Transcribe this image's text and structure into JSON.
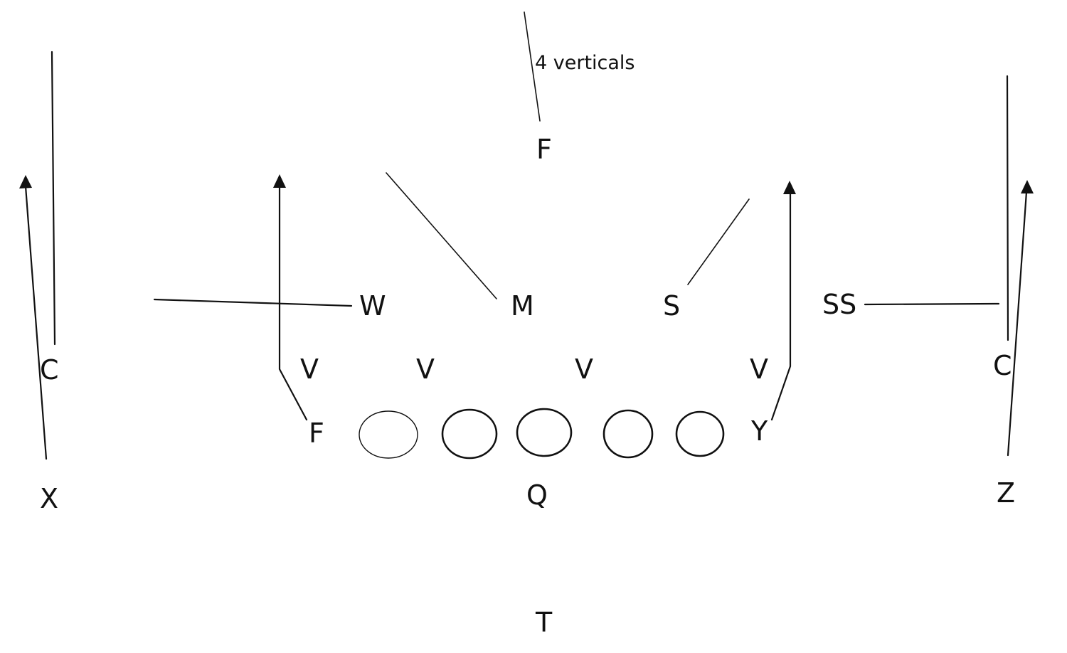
{
  "diagram": {
    "title": "4 verticals",
    "type": "football-play-diagram",
    "colors": {
      "ink": "#111111",
      "background": "#ffffff"
    },
    "defense": {
      "free_safety": "F",
      "will_linebacker": "W",
      "mike_linebacker": "M",
      "sam_linebacker": "S",
      "strong_safety": "SS",
      "left_corner": "C",
      "right_corner": "C",
      "linemen": [
        "V",
        "V",
        "V",
        "V"
      ]
    },
    "offense": {
      "x_receiver": "X",
      "z_receiver": "Z",
      "f_back": "F",
      "y_tight_end": "Y",
      "quarterback": "Q",
      "tailback": "T",
      "offensive_line_count": 5
    },
    "routes": [
      {
        "player": "X",
        "route": "vertical"
      },
      {
        "player": "F",
        "route": "vertical"
      },
      {
        "player": "Y",
        "route": "vertical"
      },
      {
        "player": "Z",
        "route": "vertical"
      }
    ]
  }
}
